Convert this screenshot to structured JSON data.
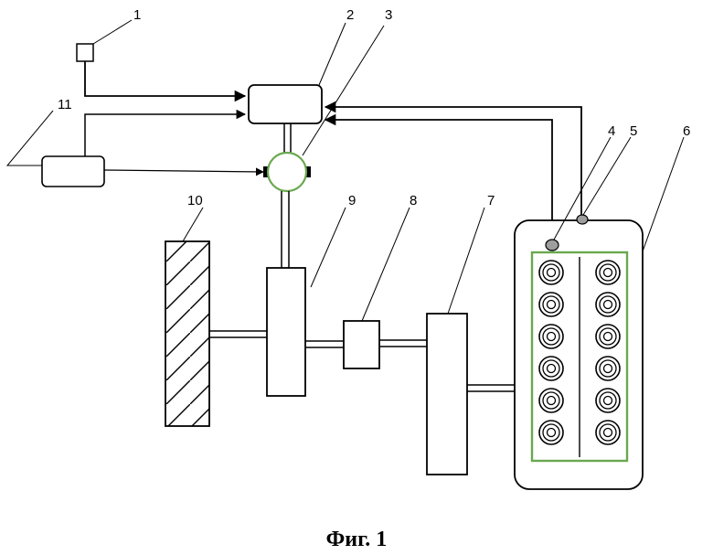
{
  "caption": "Фиг. 1",
  "labels": {
    "l1": "1",
    "l2": "2",
    "l3": "3",
    "l4": "4",
    "l5": "5",
    "l6": "6",
    "l7": "7",
    "l8": "8",
    "l9": "9",
    "l10": "10",
    "l11": "11"
  },
  "colors": {
    "line": "#000000",
    "accent": "#6aa84f",
    "sensor": "#9e9e9e"
  },
  "cylinders_per_bank": 6
}
